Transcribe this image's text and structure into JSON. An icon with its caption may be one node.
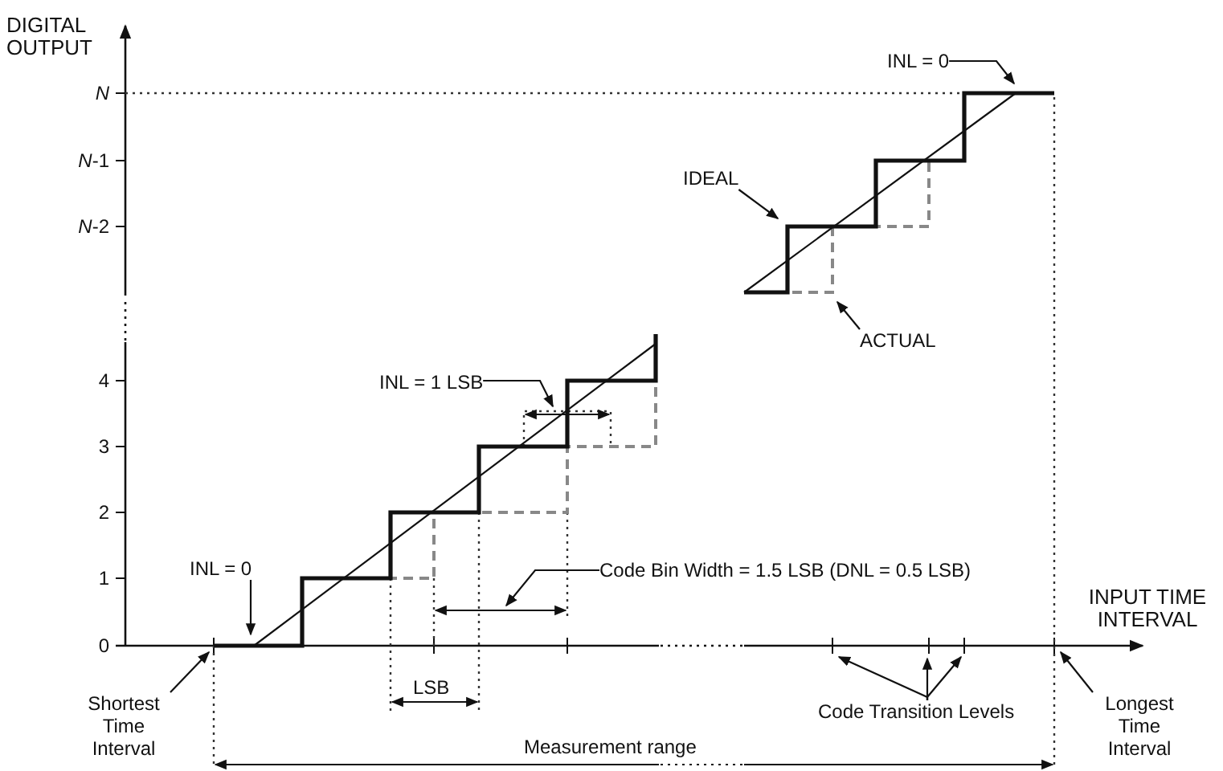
{
  "diagram": {
    "nodes": [
      {
        "text": [
          "INL = 0"
        ]
      },
      {
        "text": [
          "IDEAL"
        ]
      },
      {
        "text": [
          "ACTUAL"
        ]
      },
      {
        "text": [
          "INL = 1 LSB"
        ]
      },
      {
        "text": [
          "Code Bin Width = 1.5 LSB (DNL = 0.5 LSB)"
        ]
      },
      {
        "text": [
          "INL = 0"
        ]
      },
      {
        "text": [
          "Shortest Time Interval"
        ]
      },
      {
        "text": [
          "Code Transition Levels"
        ]
      },
      {
        "text": [
          "Longest Time Interval"
        ]
      }
    ],
    "edges": [
      {
        "from": 0,
        "to": null,
        "arrow": "to"
      },
      {
        "from": 1,
        "to": null,
        "arrow": "to"
      },
      {
        "from": 2,
        "to": null,
        "arrow": "to"
      },
      {
        "from": 3,
        "to": null,
        "arrow": "to"
      },
      {
        "from": 4,
        "to": null,
        "arrow": "to"
      },
      {
        "from": 5,
        "to": null,
        "arrow": "to"
      },
      {
        "from": 6,
        "to": null,
        "arrow": "to"
      },
      {
        "from": 7,
        "to": null,
        "arrow": "to"
      },
      {
        "from": 7,
        "to": null,
        "arrow": "to"
      },
      {
        "from": 7,
        "to": null,
        "arrow": "to"
      },
      {
        "from": 8,
        "to": null,
        "arrow": "to"
      }
    ],
    "labels": [
      "DIGITAL OUTPUT",
      "N",
      "*N*-1",
      "*N*-2",
      "4",
      "3",
      "2",
      "1",
      "INPUT TIME INTERVAL",
      "0",
      "LSB",
      "Measurement range"
    ]
  }
}
